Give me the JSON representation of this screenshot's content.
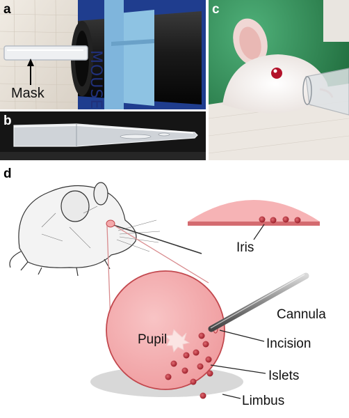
{
  "figure": {
    "panels": [
      {
        "id": "a",
        "label": "a",
        "callouts": [
          "Mask"
        ],
        "handwriting": "MOUSE"
      },
      {
        "id": "b",
        "label": "b"
      },
      {
        "id": "c",
        "label": "c"
      },
      {
        "id": "d",
        "label": "d",
        "callouts": [
          "Iris",
          "Cannula",
          "Pupil",
          "Incision",
          "Islets",
          "Limbus"
        ]
      }
    ]
  },
  "colors": {
    "eye_fill": "#f4a9ab",
    "eye_stroke": "#c2484e",
    "islet": "#b9323c",
    "cannula": "#8a8a8a",
    "glove": "#2f8a55"
  }
}
